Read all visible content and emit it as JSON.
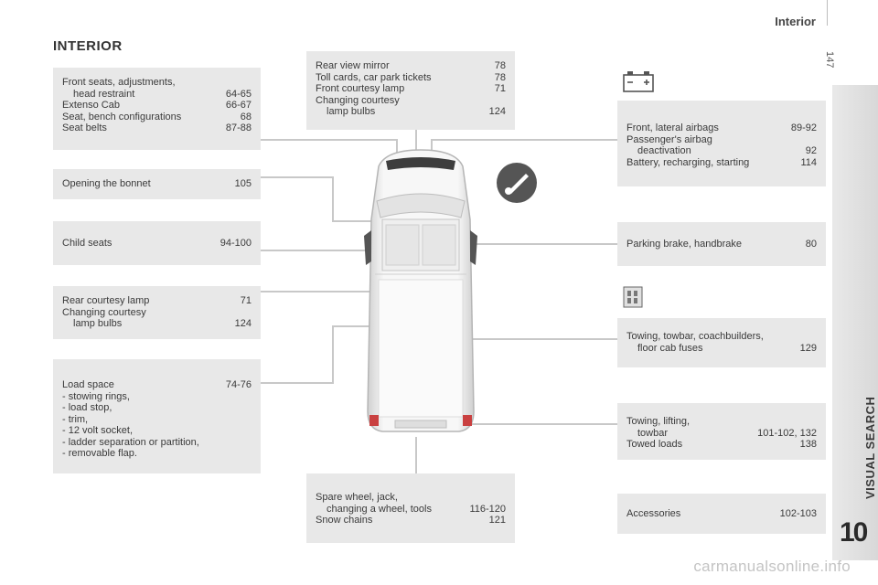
{
  "header": {
    "title": "Interior",
    "page_number": "147"
  },
  "section_title": "INTERIOR",
  "sidebar": {
    "label": "VISUAL SEARCH",
    "chapter": "10"
  },
  "boxes": {
    "front_seats": [
      {
        "label": "Front seats, adjustments,",
        "page": ""
      },
      {
        "label": "head restraint",
        "page": "64-65"
      },
      {
        "label": "Extenso Cab",
        "page": "66-67"
      },
      {
        "label": "Seat, bench configurations",
        "page": "68"
      },
      {
        "label": "Seat belts",
        "page": "87-88"
      }
    ],
    "bonnet": [
      {
        "label": "Opening the bonnet",
        "page": "105"
      }
    ],
    "child_seats": [
      {
        "label": "Child seats",
        "page": "94-100"
      }
    ],
    "rear_lamp": [
      {
        "label": "Rear courtesy lamp",
        "page": "71"
      },
      {
        "label": "Changing courtesy",
        "page": ""
      },
      {
        "label": "lamp bulbs",
        "page": "124"
      }
    ],
    "load_space": [
      {
        "label": "Load space",
        "page": "74-76"
      },
      {
        "label": "-  stowing rings,",
        "page": ""
      },
      {
        "label": "-  load stop,",
        "page": ""
      },
      {
        "label": "-  trim,",
        "page": ""
      },
      {
        "label": "-  12 volt socket,",
        "page": ""
      },
      {
        "label": "-  ladder separation or partition,",
        "page": ""
      },
      {
        "label": "-  removable flap.",
        "page": ""
      }
    ],
    "rear_mirror": [
      {
        "label": "Rear view mirror",
        "page": "78"
      },
      {
        "label": "Toll cards, car park tickets",
        "page": "78"
      },
      {
        "label": "Front courtesy lamp",
        "page": "71"
      },
      {
        "label": "Changing courtesy",
        "page": ""
      },
      {
        "label": "lamp bulbs",
        "page": "124"
      }
    ],
    "spare_wheel": [
      {
        "label": "Spare wheel, jack,",
        "page": ""
      },
      {
        "label": "changing a wheel, tools",
        "page": "116-120"
      },
      {
        "label": "Snow chains",
        "page": "121"
      }
    ],
    "airbags": [
      {
        "label": "Front, lateral airbags",
        "page": "89-92"
      },
      {
        "label": "Passenger's airbag",
        "page": ""
      },
      {
        "label": "deactivation",
        "page": "92"
      },
      {
        "label": "Battery, recharging, starting",
        "page": "114"
      }
    ],
    "parking_brake": [
      {
        "label": "Parking brake, handbrake",
        "page": "80"
      }
    ],
    "towing_fuses": [
      {
        "label": "Towing, towbar, coachbuilders,",
        "page": ""
      },
      {
        "label": "floor cab fuses",
        "page": "129"
      }
    ],
    "towing_lifting": [
      {
        "label": "Towing, lifting,",
        "page": ""
      },
      {
        "label": "towbar",
        "page": "101-102, 132"
      },
      {
        "label": "Towed loads",
        "page": "138"
      }
    ],
    "accessories": [
      {
        "label": "Accessories",
        "page": "102-103"
      }
    ]
  },
  "icons": {
    "battery": "battery-icon",
    "handbrake": "handbrake-icon",
    "fuse": "fuse-box-icon"
  },
  "watermark": "carmanualsonline.info"
}
